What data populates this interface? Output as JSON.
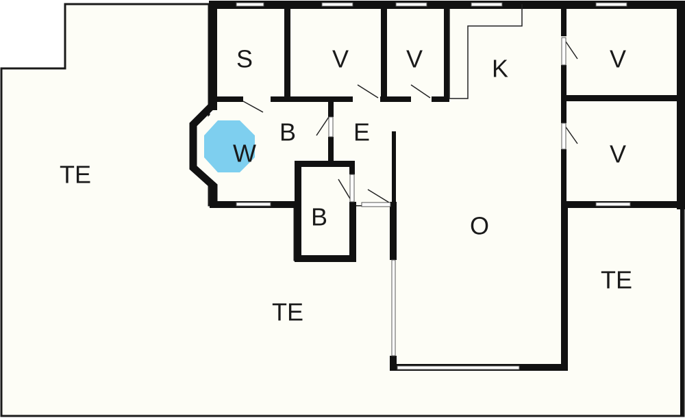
{
  "colors": {
    "floor": "#fdfdf6",
    "wall": "#111111",
    "whirlpool": "#7ecfef"
  },
  "rooms": {
    "terrace_west": "TE",
    "terrace_south": "TE",
    "terrace_east": "TE",
    "sauna": "S",
    "bedroom_1": "V",
    "bedroom_2": "V",
    "bedroom_3": "V",
    "bedroom_4": "V",
    "kitchen": "K",
    "bathroom_1": "B",
    "bathroom_2": "B",
    "entrance": "E",
    "whirlpool": "W",
    "living_room": "O"
  }
}
